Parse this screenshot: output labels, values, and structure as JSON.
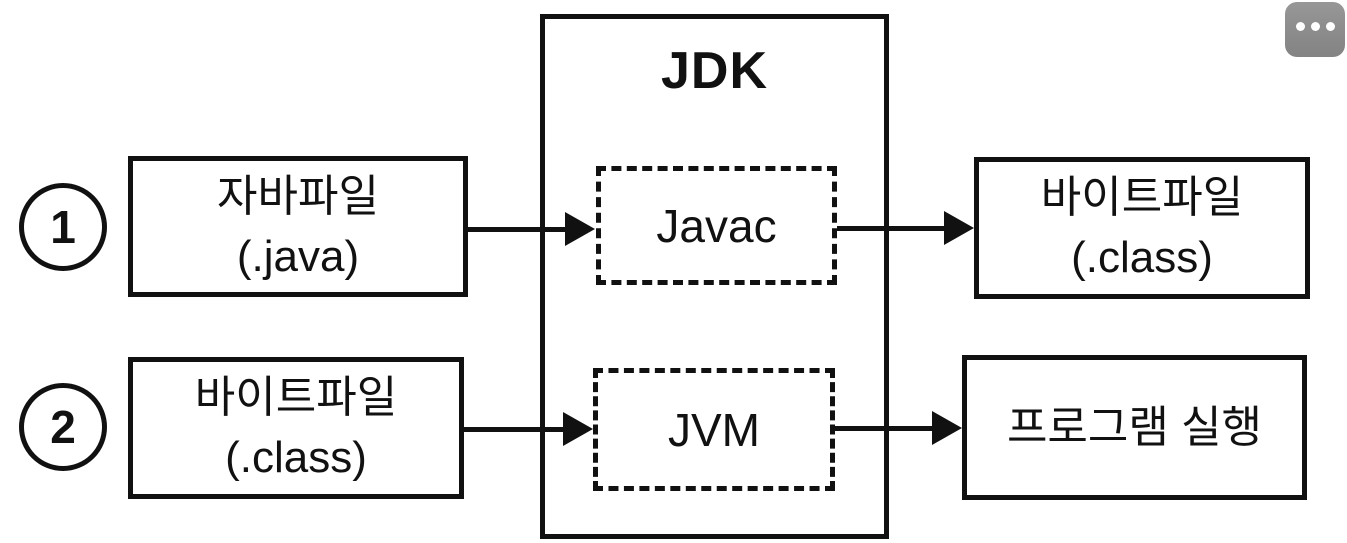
{
  "colors": {
    "background": "#ffffff",
    "diagram_ink": "#111111",
    "more_button_gray": "#8c8c8c",
    "more_button_dots": "#ffffff"
  },
  "jdk": {
    "title": "JDK"
  },
  "steps": [
    {
      "number": "1",
      "input": {
        "line1": "자바파일",
        "line2": "(.java)"
      },
      "process": {
        "label": "Javac"
      },
      "output": {
        "line1": "바이트파일",
        "line2": "(.class)"
      }
    },
    {
      "number": "2",
      "input": {
        "line1": "바이트파일",
        "line2": "(.class)"
      },
      "process": {
        "label": "JVM"
      },
      "output": {
        "line1": "프로그램 실행"
      }
    }
  ],
  "icons": {
    "more": "ellipsis-icon"
  }
}
